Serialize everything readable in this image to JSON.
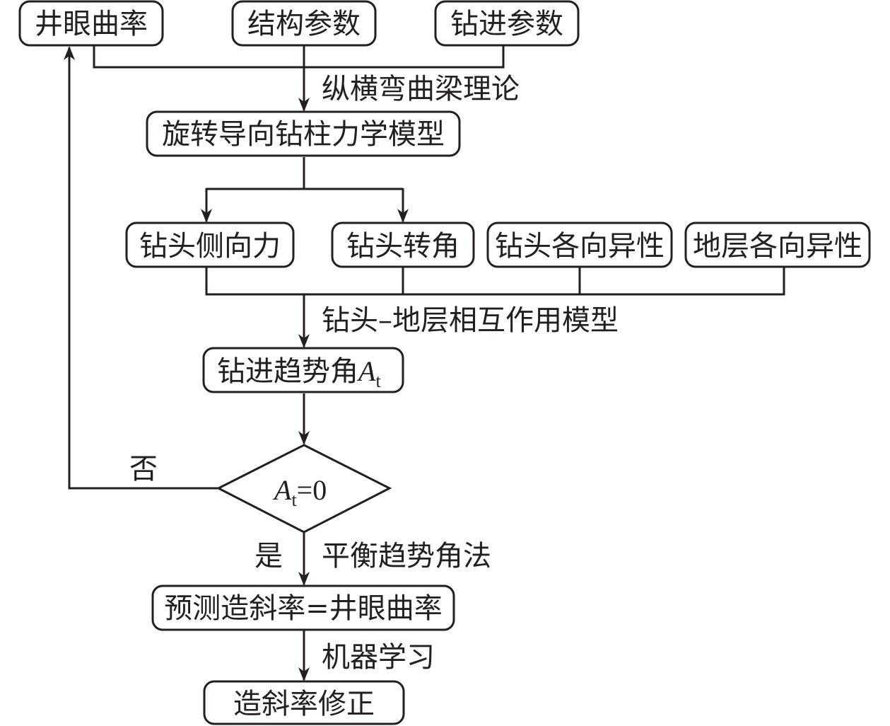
{
  "nodes": {
    "wellbore_curvature": "井眼曲率",
    "structure_params": "结构参数",
    "drilling_params": "钻进参数",
    "rss_mechanics_model": "旋转导向钻柱力学模型",
    "bit_side_force": "钻头侧向力",
    "bit_tilt_angle": "钻头转角",
    "bit_anisotropy": "钻头各向异性",
    "formation_anisotropy": "地层各向异性",
    "trend_angle_main": "钻进趋势角",
    "trend_angle_sym": "A",
    "trend_angle_sub": "t",
    "predicted_rate": "预测造斜率=井眼曲率",
    "rate_correction": "造斜率修正"
  },
  "decision": {
    "sym": "A",
    "sub": "t",
    "rest": "=0",
    "no_label": "否",
    "yes_label": "是"
  },
  "edge_labels": {
    "beam_theory": "纵横弯曲梁理论",
    "bit_rock_model": "钻头–地层相互作用模型",
    "equilibrium_method": "平衡趋势角法",
    "machine_learning": "机器学习"
  },
  "colors": {
    "stroke": "#231f20",
    "fill": "#ffffff"
  }
}
